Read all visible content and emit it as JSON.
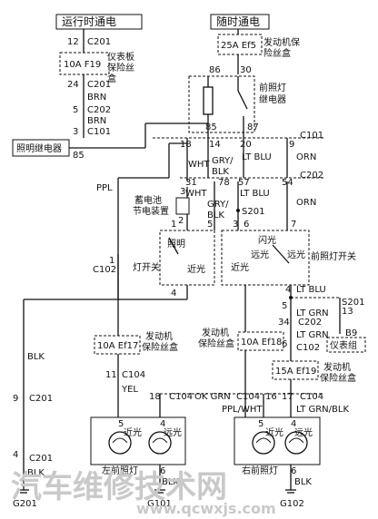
{
  "labels": {
    "run_power": "运行时通电",
    "always_power": "随时通电",
    "ip_fuse_box": "仪表板保险丝盒",
    "engine_fuse_box": "发动机保险丝盒",
    "headlamp_relay": "前照灯继电器",
    "lighting_relay": "照明继电器",
    "battery_saver": "蓄电池节电装置",
    "light_switch": "灯开关",
    "headlamp_switch": "前照灯开关",
    "instrument_cluster": "仪表组",
    "left_headlamp": "左前照灯",
    "right_headlamp": "右前照灯",
    "low_beam": "近光",
    "high_beam": "远光",
    "flash": "闪光",
    "parking": "照明"
  },
  "fuses": {
    "f19": "10A F19",
    "ef5": "25A Ef5",
    "ef17": "10A Ef17",
    "ef18": "10A Ef18",
    "ef19": "15A Ef19"
  },
  "connectors": [
    "C201",
    "C202",
    "C101",
    "C102",
    "C104",
    "S201",
    "S201",
    "G201",
    "G101",
    "G102"
  ],
  "wire_colors": [
    "BRN",
    "WHT",
    "GRY/BLK",
    "LT BLU",
    "ORN",
    "PPL",
    "BLK",
    "YEL",
    "OK GRN",
    "PPL/WHT",
    "LT GRN",
    "LT GRN/BLK"
  ],
  "pins": [
    "12",
    "24",
    "5",
    "3",
    "86",
    "30",
    "85",
    "87",
    "18",
    "14",
    "20",
    "9",
    "85",
    "31",
    "78",
    "57",
    "54",
    "1",
    "2",
    "3",
    "4",
    "5",
    "6",
    "7",
    "4",
    "34",
    "13",
    "11",
    "18",
    "16",
    "17",
    "9",
    "4",
    "5",
    "4",
    "6",
    "5",
    "4",
    "6"
  ],
  "watermark": {
    "title": "汽车维修技术网",
    "url": "www.qcwxjs.com"
  }
}
